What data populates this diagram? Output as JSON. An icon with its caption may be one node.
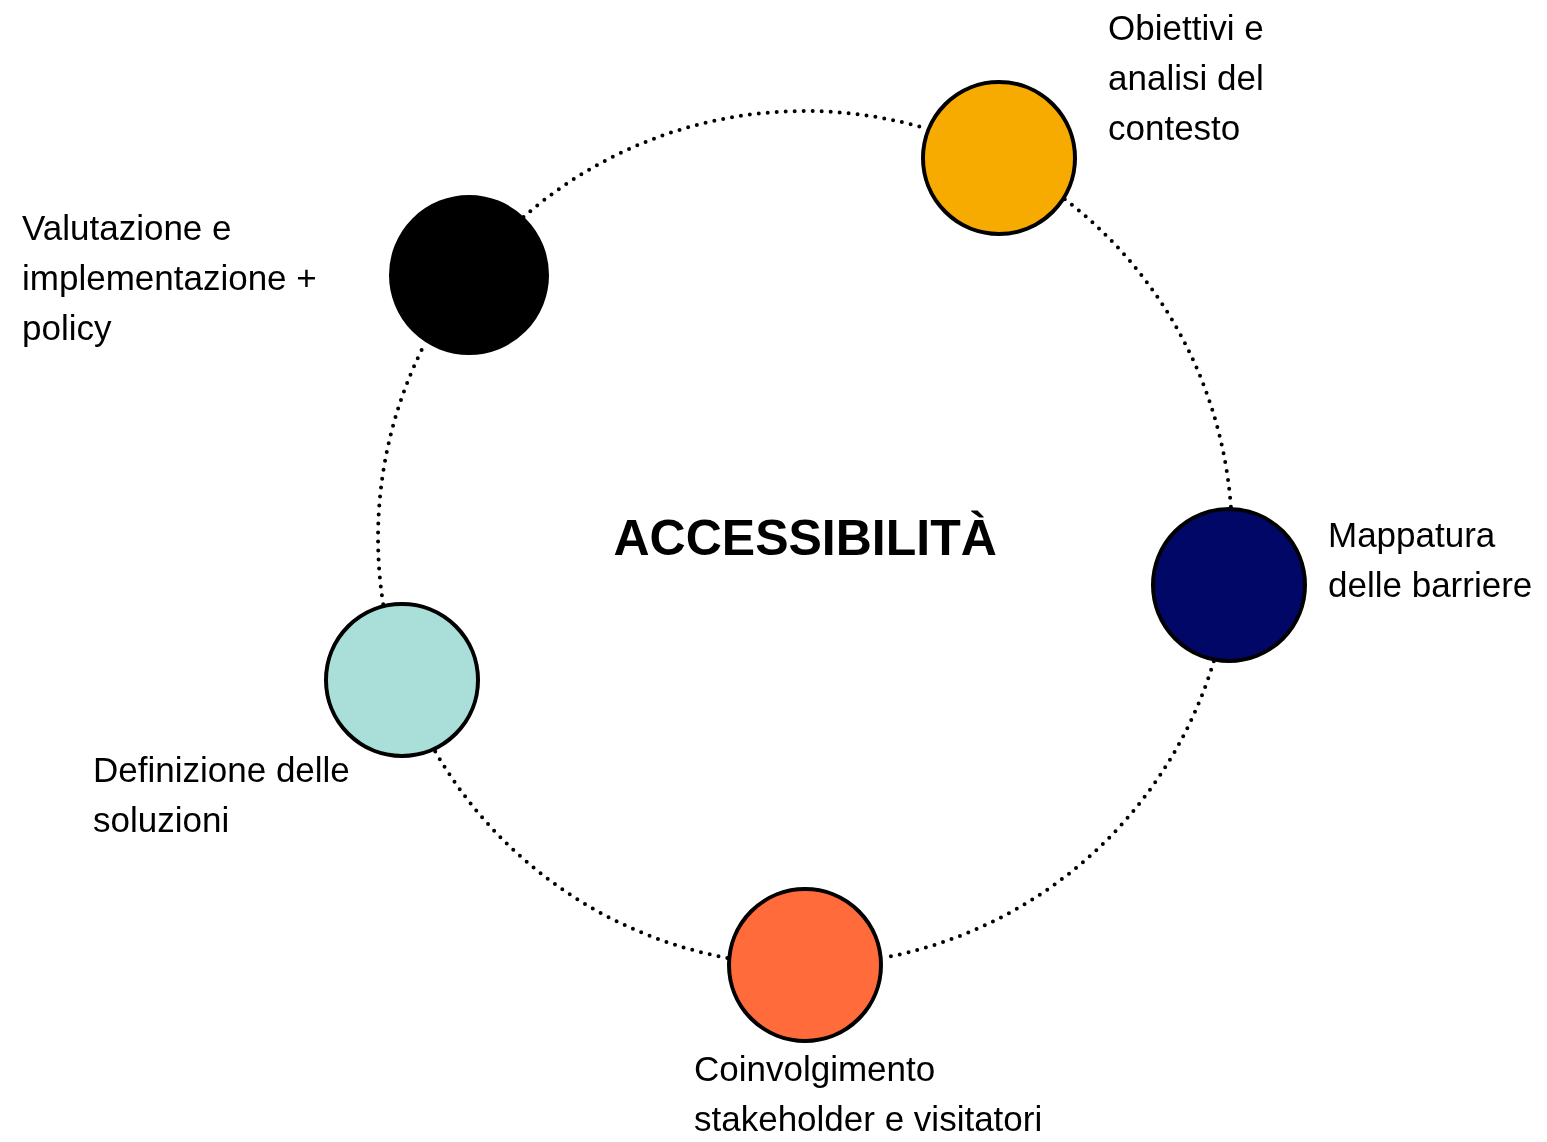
{
  "diagram": {
    "nodes": [
      {
        "text": [],
        "shape": "circle",
        "beside": [
          "Obiettivi e analisi del contesto"
        ]
      },
      {
        "text": [],
        "shape": "circle",
        "beside": [
          "Mappatura delle barriere"
        ]
      },
      {
        "text": [],
        "shape": "circle",
        "beside": [
          "Coinvolgimento stakeholder e visitatori"
        ]
      },
      {
        "text": [],
        "shape": "circle",
        "beside": [
          "Definizione delle soluzioni"
        ]
      },
      {
        "text": [],
        "shape": "circle",
        "beside": [
          "Valutazione e implementazione + policy"
        ]
      }
    ],
    "edges": [
      {
        "from": 0,
        "to": 1,
        "arrow": "none",
        "style": "dashed"
      },
      {
        "from": 1,
        "to": 2,
        "arrow": "none",
        "style": "dashed"
      },
      {
        "from": 2,
        "to": 3,
        "arrow": "none",
        "style": "dashed"
      },
      {
        "from": 3,
        "to": 4,
        "arrow": "none",
        "style": "dashed"
      },
      {
        "from": 4,
        "to": 0,
        "arrow": "none",
        "style": "dashed"
      }
    ],
    "labels": [
      "ACCESSIBILITÀ"
    ]
  }
}
